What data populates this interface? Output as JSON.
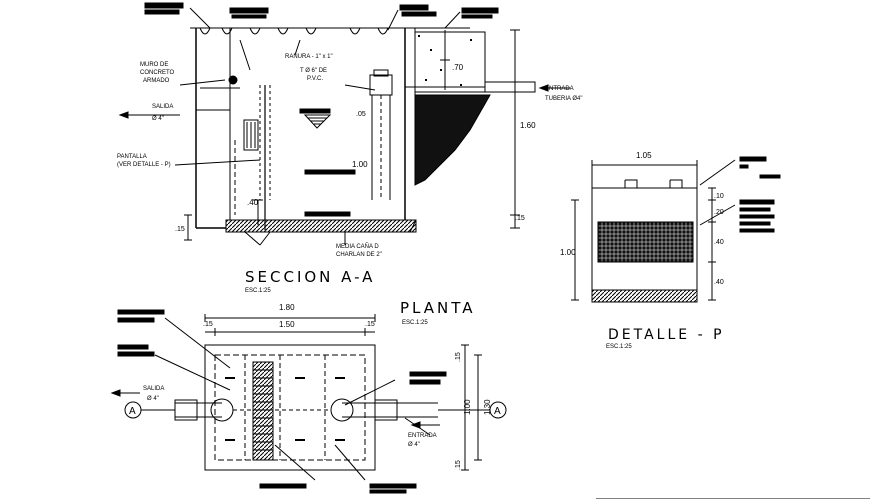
{
  "section": {
    "title": "SECCION A-A",
    "scale": "ESC.1:25",
    "muro_label_1": "MURO DE",
    "muro_label_2": "CONCRETO",
    "muro_label_3": "ARMADO",
    "salida_label": "SALIDA",
    "salida_dia": "Ø 4\"",
    "entrada_label": "ENTRADA",
    "entrada_pipe": "TUBERIA Ø4\"",
    "pantalla_1": "PANTALLA",
    "pantalla_2": "(VER DETALLE - P)",
    "ranura": "RANURA - 1\" x 1\"",
    "tee_1": "T Ø 6\" DE",
    "tee_2": "P.V.C.",
    "media_cana_1": "MEDIA CAÑA D",
    "media_cana_2": "CHARLAN DE 2\"",
    "dim_70": ".70",
    "dim_160": "1.60",
    "dim_100": "1.00",
    "dim_40": ".40",
    "dim_15_left": ".15",
    "dim_15_right": ".15",
    "dim_05": ".05"
  },
  "plan": {
    "title": "PLANTA",
    "scale": "ESC.1:25",
    "dim_180": "1.80",
    "dim_150": "1.50",
    "dim_15_a": ".15",
    "dim_15_b": ".15",
    "dim_130": "1.30",
    "dim_100": "1.00",
    "dim_15_c": ".15",
    "dim_15_d": ".15",
    "salida_label": "SALIDA",
    "salida_dia": "Ø 4\"",
    "entrada_label": "ENTRADA",
    "entrada_dia": "Ø 4\"",
    "marker_left": "A",
    "marker_right": "A"
  },
  "detail": {
    "title": "DETALLE - P",
    "scale": "ESC.1:25",
    "dim_105": "1.05",
    "dim_100": "1.00",
    "dim_10": ".10",
    "dim_20": ".20",
    "dim_40_a": ".40",
    "dim_40_b": ".40"
  },
  "colors": {
    "ink": "#000000",
    "paper": "#ffffff"
  }
}
